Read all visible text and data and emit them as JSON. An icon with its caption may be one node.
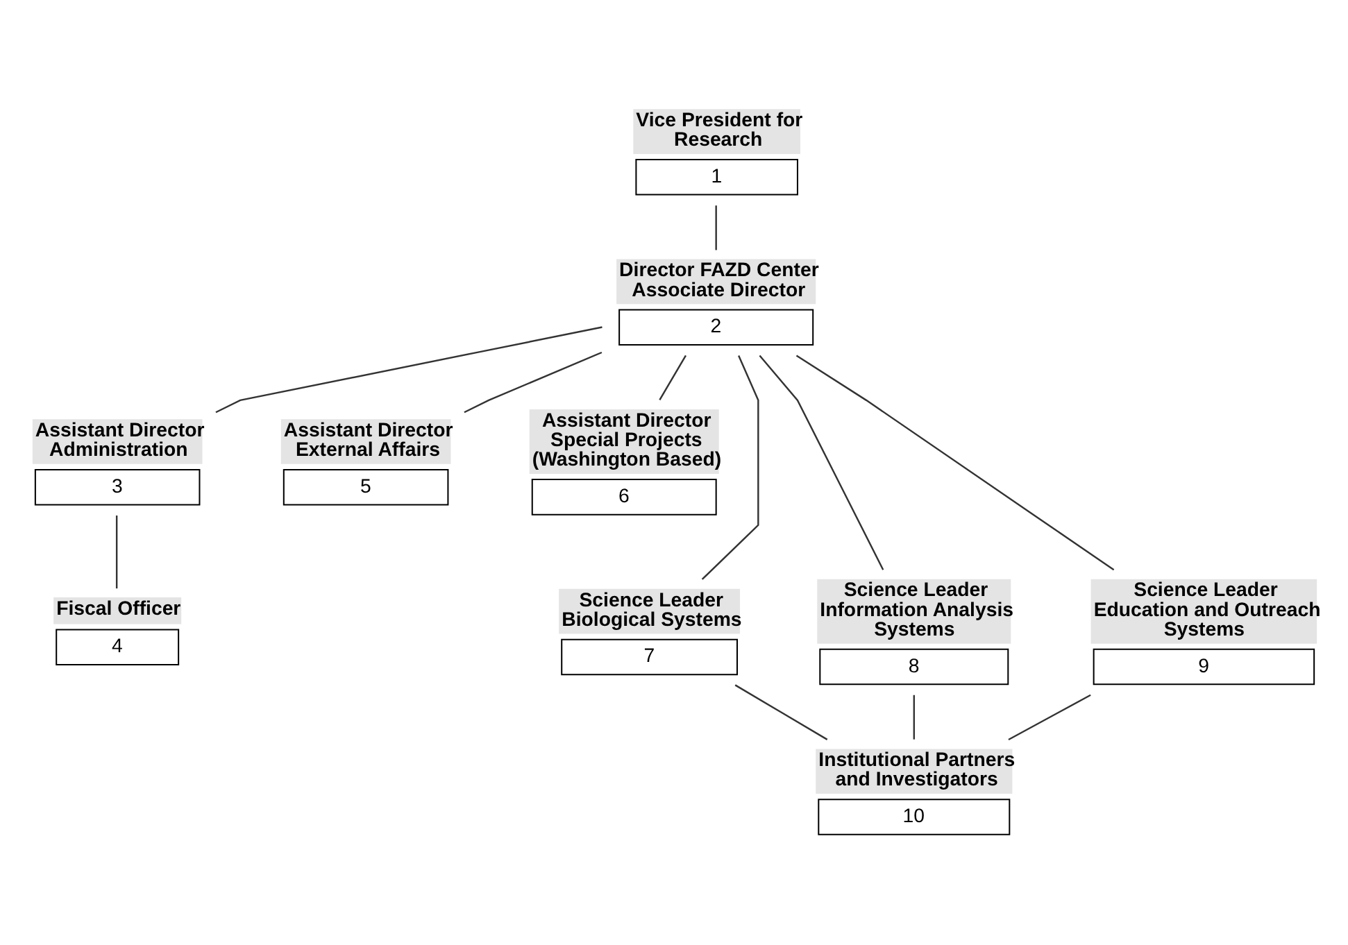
{
  "diagram": {
    "nodes": [
      {
        "text": [
          "Vice President for Research",
          "1"
        ]
      },
      {
        "text": [
          "Director FAZD Center Associate Director",
          "2"
        ]
      },
      {
        "text": [
          "Assistant Director Administration",
          "3"
        ]
      },
      {
        "text": [
          "Fiscal Officer",
          "4"
        ]
      },
      {
        "text": [
          "Assistant Director External Affairs",
          "5"
        ]
      },
      {
        "text": [
          "Assistant Director Special Projects (Washington Based)",
          "6"
        ]
      },
      {
        "text": [
          "Science Leader Biological Systems",
          "7"
        ]
      },
      {
        "text": [
          "Science Leader Information Analysis Systems",
          "8"
        ]
      },
      {
        "text": [
          "Science Leader Education and Outreach Systems",
          "9"
        ]
      },
      {
        "text": [
          "Institutional Partners and Investigators",
          "10"
        ]
      }
    ],
    "edges": [
      {
        "from": 0,
        "to": 1,
        "arrow": "none"
      },
      {
        "from": 1,
        "to": 2,
        "arrow": "none"
      },
      {
        "from": 2,
        "to": 3,
        "arrow": "none"
      },
      {
        "from": 1,
        "to": 4,
        "arrow": "none"
      },
      {
        "from": 1,
        "to": 5,
        "arrow": "none"
      },
      {
        "from": 1,
        "to": 6,
        "arrow": "none"
      },
      {
        "from": 1,
        "to": 7,
        "arrow": "none"
      },
      {
        "from": 1,
        "to": 8,
        "arrow": "none"
      },
      {
        "from": 6,
        "to": 9,
        "arrow": "none"
      },
      {
        "from": 7,
        "to": 9,
        "arrow": "none"
      },
      {
        "from": 8,
        "to": 9,
        "arrow": "none"
      }
    ]
  }
}
